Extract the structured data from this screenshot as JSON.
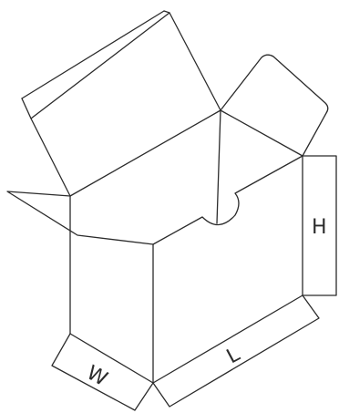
{
  "labels": {
    "height": "H",
    "length": "L",
    "width": "W"
  },
  "colors": {
    "line": "#2b2b2b",
    "background": "#ffffff"
  }
}
